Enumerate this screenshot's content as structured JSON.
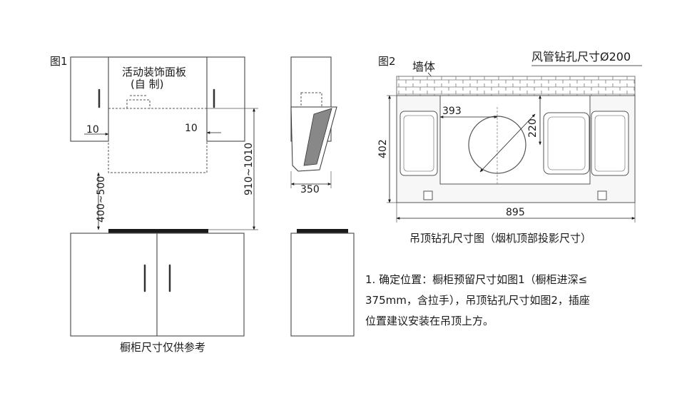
{
  "fig1": {
    "label": "图1",
    "panel_label": "活动装饰面板",
    "panel_sub": "(自    制)",
    "gap_left": "10",
    "gap_right": "10",
    "height_range": "910~1010",
    "low_range": "400~500",
    "depth": "350",
    "caption": "橱柜尺寸仅供参考"
  },
  "fig2": {
    "label": "图2",
    "wall_label": "墙体",
    "duct_label": "风管钻孔尺寸Ø200",
    "dim_393": "393",
    "dim_220": "220",
    "dim_402": "402",
    "dim_895": "895",
    "caption": "吊顶钻孔尺寸图（烟机顶部投影尺寸）"
  },
  "note": {
    "line1": "1. 确定位置：橱柜预留尺寸如图1（橱柜进深≤",
    "line2": "375mm，含拉手），吊顶钻孔尺寸如图2，插座",
    "line3": "位置建议安装在吊顶上方。"
  }
}
